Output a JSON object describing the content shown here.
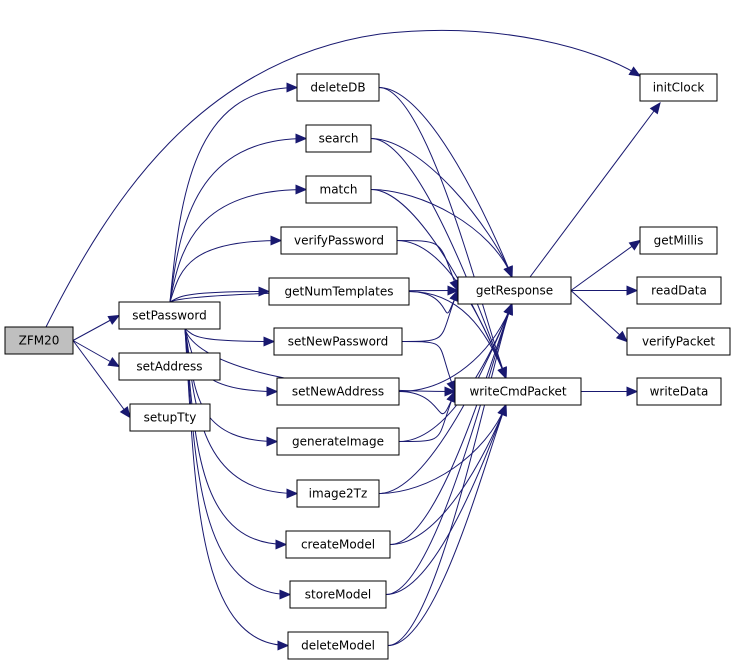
{
  "graph": {
    "nodes": [
      {
        "id": "zfm20",
        "label": "ZFM20",
        "root": true
      },
      {
        "id": "setPassword",
        "label": "setPassword"
      },
      {
        "id": "setAddress",
        "label": "setAddress"
      },
      {
        "id": "setupTty",
        "label": "setupTty"
      },
      {
        "id": "deleteDB",
        "label": "deleteDB"
      },
      {
        "id": "search",
        "label": "search"
      },
      {
        "id": "match",
        "label": "match"
      },
      {
        "id": "verifyPassword",
        "label": "verifyPassword"
      },
      {
        "id": "getNumTemplates",
        "label": "getNumTemplates"
      },
      {
        "id": "setNewPassword",
        "label": "setNewPassword"
      },
      {
        "id": "setNewAddress",
        "label": "setNewAddress"
      },
      {
        "id": "generateImage",
        "label": "generateImage"
      },
      {
        "id": "image2Tz",
        "label": "image2Tz"
      },
      {
        "id": "createModel",
        "label": "createModel"
      },
      {
        "id": "storeModel",
        "label": "storeModel"
      },
      {
        "id": "deleteModel",
        "label": "deleteModel"
      },
      {
        "id": "getResponse",
        "label": "getResponse"
      },
      {
        "id": "writeCmdPacket",
        "label": "writeCmdPacket"
      },
      {
        "id": "initClock",
        "label": "initClock"
      },
      {
        "id": "getMillis",
        "label": "getMillis"
      },
      {
        "id": "readData",
        "label": "readData"
      },
      {
        "id": "verifyPacket",
        "label": "verifyPacket"
      },
      {
        "id": "writeData",
        "label": "writeData"
      }
    ],
    "edges": [
      [
        "zfm20",
        "setPassword"
      ],
      [
        "zfm20",
        "setAddress"
      ],
      [
        "zfm20",
        "setupTty"
      ],
      [
        "zfm20",
        "initClock"
      ],
      [
        "setPassword",
        "deleteDB"
      ],
      [
        "setPassword",
        "search"
      ],
      [
        "setPassword",
        "match"
      ],
      [
        "setPassword",
        "verifyPassword"
      ],
      [
        "setPassword",
        "getNumTemplates"
      ],
      [
        "setPassword",
        "setNewPassword"
      ],
      [
        "setPassword",
        "setNewAddress"
      ],
      [
        "setPassword",
        "generateImage"
      ],
      [
        "setPassword",
        "image2Tz"
      ],
      [
        "setPassword",
        "createModel"
      ],
      [
        "setPassword",
        "storeModel"
      ],
      [
        "setPassword",
        "deleteModel"
      ],
      [
        "setPassword",
        "getResponse"
      ],
      [
        "setPassword",
        "writeCmdPacket"
      ],
      [
        "deleteDB",
        "getResponse"
      ],
      [
        "deleteDB",
        "writeCmdPacket"
      ],
      [
        "search",
        "getResponse"
      ],
      [
        "search",
        "writeCmdPacket"
      ],
      [
        "match",
        "getResponse"
      ],
      [
        "match",
        "writeCmdPacket"
      ],
      [
        "verifyPassword",
        "getResponse"
      ],
      [
        "verifyPassword",
        "writeCmdPacket"
      ],
      [
        "getNumTemplates",
        "getResponse"
      ],
      [
        "getNumTemplates",
        "writeCmdPacket"
      ],
      [
        "setNewPassword",
        "getResponse"
      ],
      [
        "setNewPassword",
        "writeCmdPacket"
      ],
      [
        "setNewAddress",
        "getResponse"
      ],
      [
        "setNewAddress",
        "writeCmdPacket"
      ],
      [
        "generateImage",
        "getResponse"
      ],
      [
        "generateImage",
        "writeCmdPacket"
      ],
      [
        "image2Tz",
        "getResponse"
      ],
      [
        "image2Tz",
        "writeCmdPacket"
      ],
      [
        "createModel",
        "getResponse"
      ],
      [
        "createModel",
        "writeCmdPacket"
      ],
      [
        "storeModel",
        "getResponse"
      ],
      [
        "storeModel",
        "writeCmdPacket"
      ],
      [
        "deleteModel",
        "getResponse"
      ],
      [
        "deleteModel",
        "writeCmdPacket"
      ],
      [
        "getResponse",
        "initClock"
      ],
      [
        "getResponse",
        "getMillis"
      ],
      [
        "getResponse",
        "readData"
      ],
      [
        "getResponse",
        "verifyPacket"
      ],
      [
        "writeCmdPacket",
        "writeData"
      ]
    ]
  }
}
